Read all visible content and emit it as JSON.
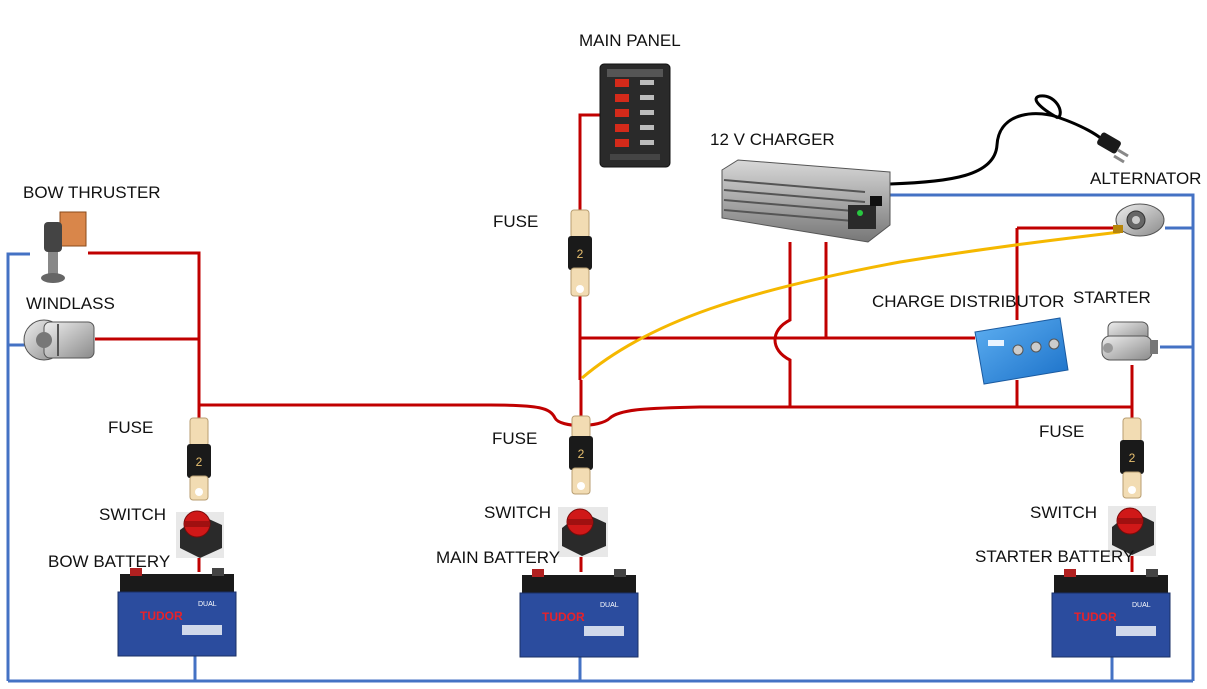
{
  "labels": {
    "main_panel": "MAIN PANEL",
    "charger": "12 V CHARGER",
    "alternator": "ALTERNATOR",
    "bow_thruster": "BOW THRUSTER",
    "windlass": "WINDLASS",
    "charge_distributor": "CHARGE DISTRIBUTOR",
    "starter": "STARTER",
    "fuse_panel": "FUSE",
    "fuse_bow": "FUSE",
    "fuse_main": "FUSE",
    "fuse_starter": "FUSE",
    "switch_bow": "SWITCH",
    "switch_main": "SWITCH",
    "switch_starter": "SWITCH",
    "bow_battery": "BOW BATTERY",
    "main_battery": "MAIN BATTERY",
    "starter_battery": "STARTER BATTERY"
  },
  "battery_brand": "TUDOR",
  "battery_type": "DUAL",
  "colors": {
    "positive_wire": "#c00000",
    "negative_wire": "#4472c4",
    "alternator_wire": "#f5b800",
    "mains_cable": "#000000",
    "battery_body": "#2b4c9e",
    "battery_top": "#1a1a1a",
    "fuse": "#f2dcb3",
    "switch_knob": "#d01818",
    "distributor": "#2f8ee0"
  }
}
